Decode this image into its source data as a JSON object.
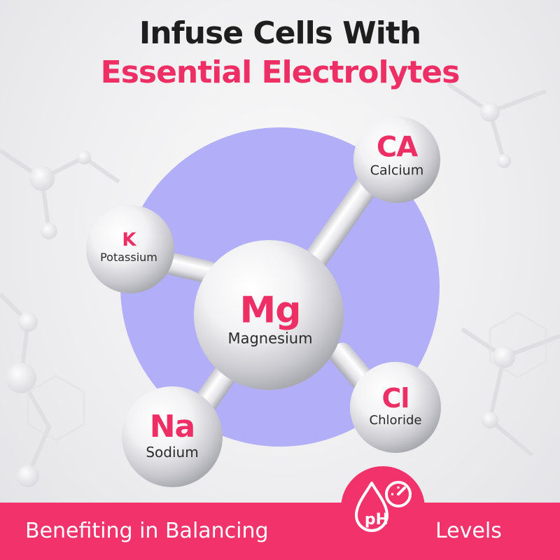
{
  "headline": {
    "line1": "Infuse Cells With",
    "line2": "Essential Electrolytes"
  },
  "atoms": {
    "calcium": {
      "symbol": "CA",
      "name": "Calcium"
    },
    "potassium": {
      "symbol": "K",
      "name": "Potassium"
    },
    "magnesium": {
      "symbol": "Mg",
      "name": "Magnesium"
    },
    "chloride": {
      "symbol": "Cl",
      "name": "Chloride"
    },
    "sodium": {
      "symbol": "Na",
      "name": "Sodium"
    }
  },
  "banner": {
    "left_text": "Benefiting in Balancing",
    "badge_text": "pH",
    "right_text": "Levels"
  },
  "colors": {
    "accent_pink": "#ee2f66",
    "banner_pink": "#f2336b",
    "lavender_disc": "#b3aef8",
    "headline_dark": "#1e1e1e"
  },
  "icons": [
    "water-drop-icon",
    "speedometer-icon"
  ]
}
